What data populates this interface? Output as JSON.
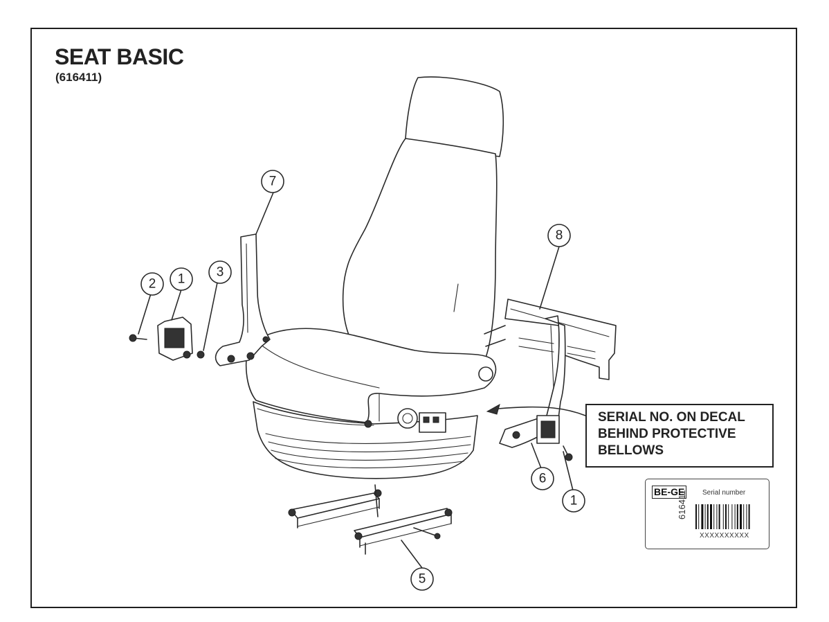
{
  "title": "SEAT BASIC",
  "subtitle": "(616411)",
  "note": {
    "line1": "SERIAL NO. ON DECAL",
    "line2": "BEHIND PROTECTIVE",
    "line3": "BELLOWS"
  },
  "decal": {
    "brand": "BE-GE",
    "serial_label": "Serial number",
    "code": "616411",
    "number": "XXXXXXXXXX"
  },
  "callouts": [
    {
      "id": "c7",
      "label": "7"
    },
    {
      "id": "c8",
      "label": "8"
    },
    {
      "id": "c2",
      "label": "2"
    },
    {
      "id": "c1a",
      "label": "1"
    },
    {
      "id": "c3",
      "label": "3"
    },
    {
      "id": "c6",
      "label": "6"
    },
    {
      "id": "c1b",
      "label": "1"
    },
    {
      "id": "c5",
      "label": "5"
    }
  ]
}
